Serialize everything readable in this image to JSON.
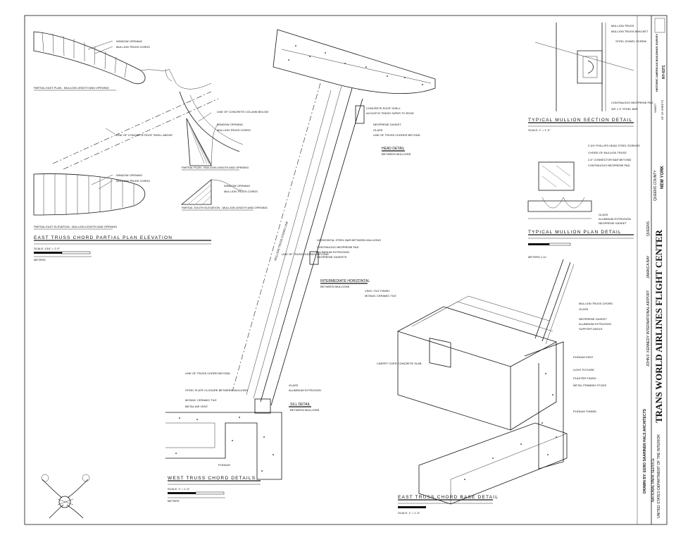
{
  "sheet": {
    "title_block": {
      "project": "TRANS WORLD AIRLINES FLIGHT CENTER",
      "address": "JOHN F. KENNEDY INTERNATIONAL AIRPORT",
      "location_2": "JAMAICA BAY",
      "city": "QUEENS",
      "county": "QUEENS COUNTY",
      "state": "NEW YORK",
      "drawn_by": "DRAWN BY: EERO SAARINEN HALS ARCHITECTS",
      "agency_1": "NATIONAL PARK SERVICE",
      "agency_2": "UNITED STATES DEPARTMENT OF THE INTERIOR",
      "survey_label": "HISTORIC AMERICAN BUILDINGS SURVEY",
      "survey_no": "NY-6371",
      "sheet_no": "SHEET",
      "sheet_of": "OF 25 SHEETS"
    },
    "east_truss_plan": {
      "label_window": "WINDOW OPENING",
      "label_mullion": "MULLION TRUSS CORDS",
      "partial_east_plan": "PARTIAL EAST PLAN - MULLION LENGTH AND OPENING",
      "roof_shell_above": "LINE OF CONCRETE ROOF SHELL ABOVE",
      "concrete_column": "LINE OF CONCRETE COLUMN BELOW",
      "partial_plan": "PARTIAL PLAN - MULLION LENGTH AND OPENING",
      "partial_south": "PARTIAL SOUTH ELEVATION - MULLION LENGTH AND OPENING",
      "partial_east_elev": "PARTIAL EAST ELEVATION - MULLION LENGTH AND OPENING",
      "title": "EAST TRUSS CHORD PARTIAL PLAN ELEVATION",
      "scale": "SCALE: 1/16\" = 1'-0\"",
      "meters": "METERS"
    },
    "section": {
      "concrete_shell": "CONCRETE ROOF SHELL",
      "acoustic": "ACOUSTIC FINISH TAPER TO EDGE",
      "neoprene_gasket": "NEOPRENE GASKET",
      "glass": "GLASS",
      "line_truss": "LINE OF TRUSS CHORDS BEYOND",
      "head_detail": "HEAD DETAIL",
      "between_mullions": "BETWEEN MULLIONS",
      "horizontal_bar": "HORIZONTAL STEEL BAR BETWEEN MULLIONS",
      "continuous_pad": "CONTINUOUS NEOPRENE PAD",
      "aluminum_extrusion": "ALUMINUM EXTRUSION",
      "neoprene_gaskets": "NEOPRENE GASKETS",
      "line_truss_2": "LINE OF TRUSS CHORDS BEYOND",
      "intermediate": "INTERMEDIATE HORIZONTAL",
      "between_mullions_2": "BETWEEN MULLIONS",
      "mullion_axis": "MULLION TRUSS CHORD LINE",
      "line_truss_3": "LINE OF TRUSS CHORD BEYOND",
      "steel_plate": "STEEL PLATE CLOSURE BETWEEN MULLIONS",
      "mosaic_tile": "MOSAIC CERAMIC TILE",
      "metal_air_vent": "METAL AIR VENT",
      "glass_2": "GLASS",
      "aluminum_extrusion_2": "ALUMINUM EXTRUSION",
      "sill_detail": "SILL DETAIL",
      "between_mullions_3": "BETWEEN MULLIONS",
      "plenum": "PLENUM",
      "west_title": "WEST TRUSS CHORD DETAILS",
      "scale_a": "SCALE: 1\" = 1'-0\"",
      "meters": "METERS"
    },
    "mullion_section": {
      "mullion_truss": "MULLION TRUSS",
      "bracket": "MULLION TRUSS BRACKET",
      "steel_screw": "STEEL DOWEL SCREW",
      "pad": "CONTINUOUS NEOPRENE PAD",
      "steel_bar": "3/8\" x 3\" STEEL BAR",
      "title": "TYPICAL MULLION SECTION DETAIL",
      "scale": "SCALE: 1\" = 1'-0\""
    },
    "mullion_plan": {
      "screws": "3 3/4\" PHILLIPS HEAD STEEL SCREWS",
      "chord": "CHORD OF MULLION TRUSS",
      "connector": "2-5\" CONNECTOR BAR BEYOND",
      "pad": "CONTINUOUS NEOPRENE PAD",
      "glass": "GLASS",
      "aluminum": "ALUMINUM EXTRUSION",
      "gasket": "NEOPRENE GASKET",
      "title": "TYPICAL MULLION PLAN DETAIL",
      "meters": "METERS 1:12"
    },
    "base_detail": {
      "vinyl": "VINYL TILE FINISH",
      "mosaic": "MOSAIC CERAMIC TILE",
      "carpet": "CARPET OVER CONCRETE SLAB",
      "mullion_chord": "MULLION TRUSS CHORD",
      "glass": "GLASS",
      "neoprene": "NEOPRENE GASKET",
      "aluminum": "ALUMINUM EXTRUSION",
      "support": "SUPPORT ANGLE",
      "plenum_vent": "PLENUM VENT",
      "light": "LIGHT FIXTURE",
      "plaster": "PLASTER FINISH",
      "studs": "METAL FRAMING STUDS",
      "plenum_tunnel": "PLENUM TUNNEL",
      "title": "EAST TRUSS CHORD BASE DETAIL",
      "scale": "SCALE: 1\" = 1'-0\""
    }
  }
}
